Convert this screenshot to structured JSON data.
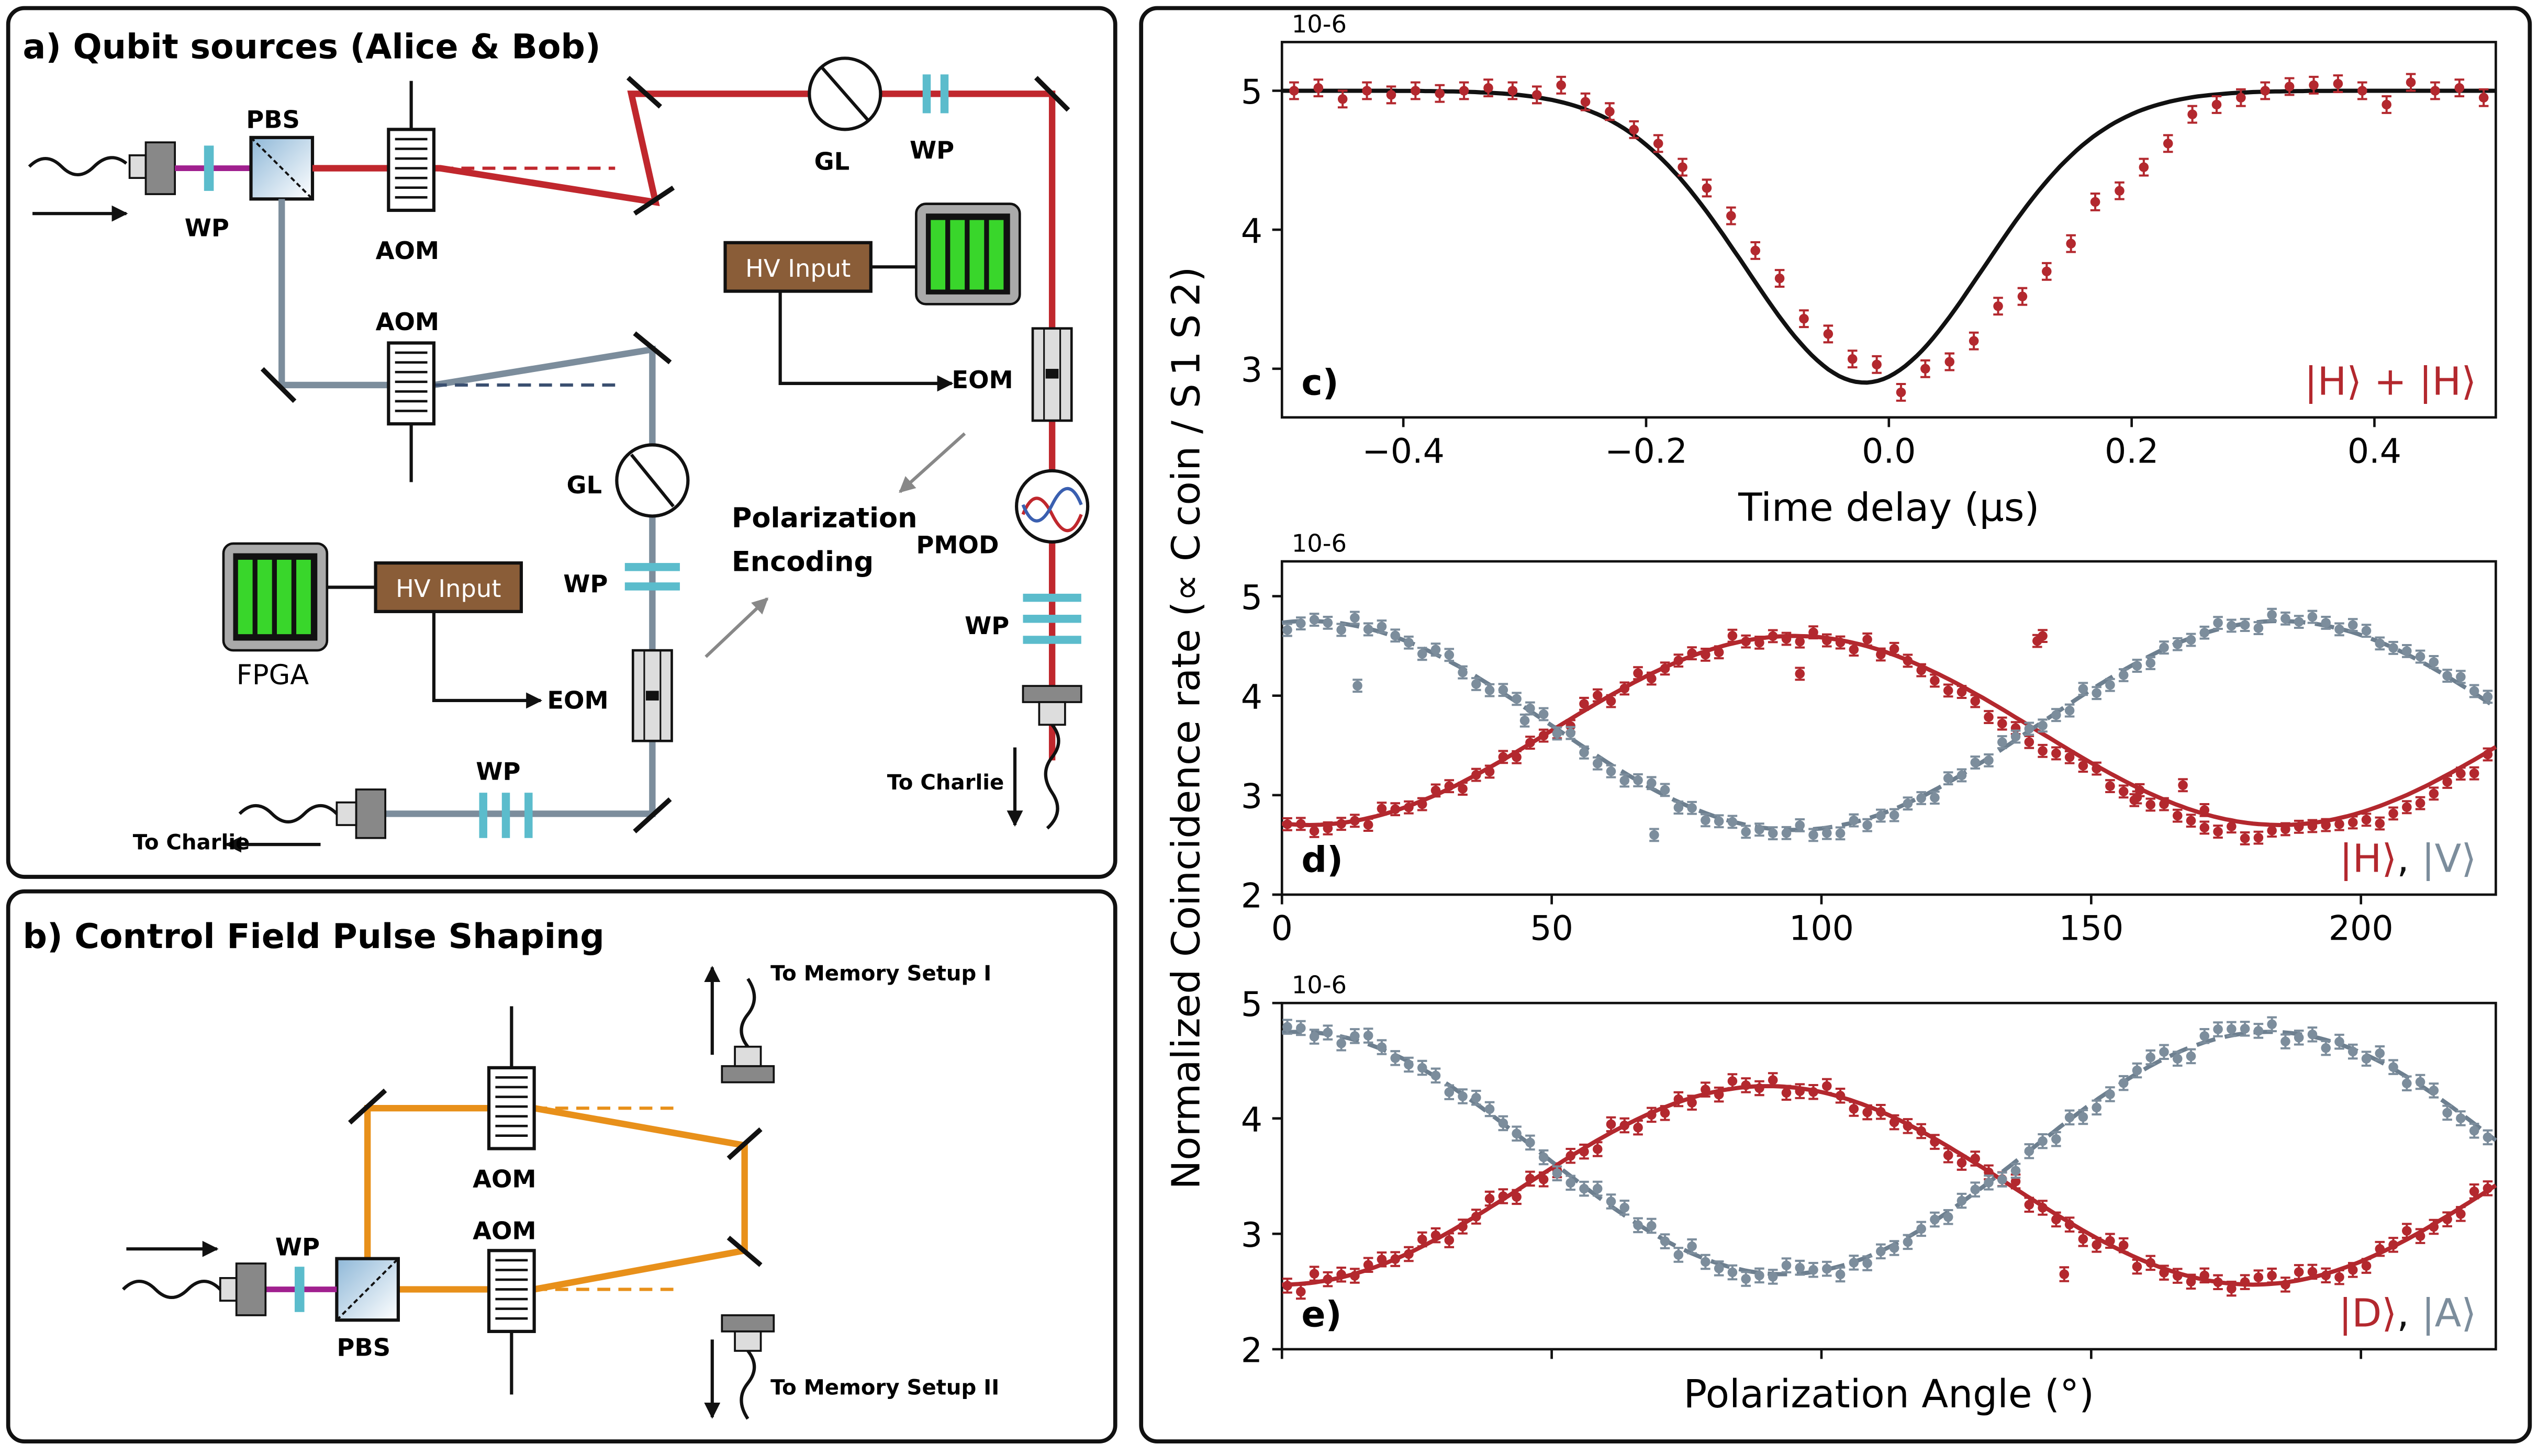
{
  "panel_a": {
    "title": "a)  Qubit sources (Alice & Bob)",
    "labels": {
      "pbs": "PBS",
      "wp": "WP",
      "aom": "AOM",
      "gl": "GL",
      "eom": "EOM",
      "hv_input": "HV Input",
      "fpga": "FPGA",
      "pmod": "PMOD",
      "polarization_encoding_line1": "Polarization",
      "polarization_encoding_line2": "Encoding",
      "to_charlie": "To Charlie"
    },
    "colors": {
      "red_beam": "#c0272d",
      "gray_beam": "#7c8d9c",
      "wp_cyan": "#5bbccc",
      "magenta": "#a0208f",
      "hv_box": "#8a5d38",
      "fpga_green": "#39d62b"
    }
  },
  "panel_b": {
    "title": "b)  Control Field Pulse Shaping",
    "labels": {
      "wp": "WP",
      "pbs": "PBS",
      "aom": "AOM",
      "to_memory_1": "To Memory Setup I",
      "to_memory_2": "To Memory Setup II"
    },
    "colors": {
      "orange_beam": "#e8901a"
    }
  },
  "shared_ylabel": "Normalized Coincidence rate (∝ C coin / S 1 S 2)",
  "chart_data": [
    {
      "type": "scatter",
      "panel_label": "c)",
      "xlabel": "Time delay (µs)",
      "ylabel": "",
      "scale_label": "10-6",
      "xlim": [
        -0.5,
        0.5
      ],
      "ylim": [
        2.65,
        5.35
      ],
      "xticks": [
        -0.4,
        -0.2,
        0.0,
        0.2,
        0.4
      ],
      "xtick_labels": [
        "−0.4",
        "−0.2",
        "0.0",
        "0.2",
        "0.4"
      ],
      "yticks": [
        3,
        4,
        5
      ],
      "legend": "|H⟩ + |H⟩",
      "series": [
        {
          "color": "#b3282e",
          "points": [
            [
              -0.49,
              5.0
            ],
            [
              -0.47,
              5.02
            ],
            [
              -0.45,
              4.94
            ],
            [
              -0.43,
              5.0
            ],
            [
              -0.41,
              4.97
            ],
            [
              -0.39,
              5.0
            ],
            [
              -0.37,
              4.98
            ],
            [
              -0.35,
              5.0
            ],
            [
              -0.33,
              5.02
            ],
            [
              -0.31,
              5.0
            ],
            [
              -0.29,
              4.97
            ],
            [
              -0.27,
              5.04
            ],
            [
              -0.25,
              4.92
            ],
            [
              -0.23,
              4.85
            ],
            [
              -0.21,
              4.72
            ],
            [
              -0.19,
              4.62
            ],
            [
              -0.17,
              4.45
            ],
            [
              -0.15,
              4.3
            ],
            [
              -0.13,
              4.1
            ],
            [
              -0.11,
              3.85
            ],
            [
              -0.09,
              3.65
            ],
            [
              -0.07,
              3.36
            ],
            [
              -0.05,
              3.25
            ],
            [
              -0.03,
              3.07
            ],
            [
              -0.01,
              3.03
            ],
            [
              0.01,
              2.83
            ],
            [
              0.03,
              3.0
            ],
            [
              0.05,
              3.05
            ],
            [
              0.07,
              3.2
            ],
            [
              0.09,
              3.45
            ],
            [
              0.11,
              3.52
            ],
            [
              0.13,
              3.7
            ],
            [
              0.15,
              3.9
            ],
            [
              0.17,
              4.2
            ],
            [
              0.19,
              4.28
            ],
            [
              0.21,
              4.45
            ],
            [
              0.23,
              4.62
            ],
            [
              0.25,
              4.83
            ],
            [
              0.27,
              4.9
            ],
            [
              0.29,
              4.95
            ],
            [
              0.31,
              5.0
            ],
            [
              0.33,
              5.03
            ],
            [
              0.35,
              5.04
            ],
            [
              0.37,
              5.05
            ],
            [
              0.39,
              5.0
            ],
            [
              0.41,
              4.9
            ],
            [
              0.43,
              5.06
            ],
            [
              0.45,
              5.0
            ],
            [
              0.47,
              5.02
            ],
            [
              0.49,
              4.95
            ]
          ],
          "fit": "gaussian_dip",
          "fit_params": {
            "baseline": 5.0,
            "depth": 2.1,
            "center": -0.02,
            "sigma": 0.098
          }
        }
      ]
    },
    {
      "type": "scatter",
      "panel_label": "d)",
      "xlabel": "",
      "ylabel": "",
      "scale_label": "10-6",
      "xlim": [
        0,
        225
      ],
      "ylim": [
        2.0,
        5.35
      ],
      "xticks": [
        0,
        50,
        100,
        150,
        200
      ],
      "yticks": [
        2,
        3,
        4,
        5
      ],
      "legend_parts": [
        "|H⟩",
        ", ",
        "|V⟩"
      ],
      "series": [
        {
          "color": "#b3282e",
          "model": {
            "offset": 3.65,
            "amp": -0.95,
            "period": 180,
            "phase": 5
          },
          "outliers": [
            [
              96,
              4.22
            ],
            [
              140,
              4.55
            ],
            [
              141,
              4.6
            ],
            [
              158,
              2.95
            ],
            [
              159,
              3.05
            ],
            [
              167,
              3.1
            ],
            [
              171,
              2.85
            ]
          ],
          "point_spacing": 2.5,
          "fit_line": "solid"
        },
        {
          "color": "#7c8d9c",
          "model": {
            "offset": 3.7,
            "amp": 1.05,
            "period": 180,
            "phase": 5
          },
          "outliers": [
            [
              14,
              4.1
            ],
            [
              45,
              3.75
            ],
            [
              69,
              2.6
            ]
          ],
          "point_spacing": 2.5,
          "fit_line": "dashed"
        }
      ]
    },
    {
      "type": "scatter",
      "panel_label": "e)",
      "xlabel": "Polarization Angle (°)",
      "ylabel": "",
      "scale_label": "10-6",
      "xlim": [
        0,
        225
      ],
      "ylim": [
        2.0,
        5.0
      ],
      "xticks": [
        0,
        50,
        100,
        150,
        200
      ],
      "yticks": [
        2,
        3,
        4,
        5
      ],
      "legend_parts": [
        "|D⟩",
        ", ",
        "|A⟩"
      ],
      "series": [
        {
          "color": "#b3282e",
          "model": {
            "offset": 3.42,
            "amp": -0.86,
            "period": 180,
            "phase": 0
          },
          "outliers": [
            [
              145,
              2.65
            ]
          ],
          "point_spacing": 2.5,
          "fit_line": "solid"
        },
        {
          "color": "#7c8d9c",
          "model": {
            "offset": 3.7,
            "amp": 1.05,
            "period": 180,
            "phase": 3
          },
          "outliers": [],
          "point_spacing": 2.5,
          "fit_line": "dashed"
        }
      ]
    }
  ]
}
